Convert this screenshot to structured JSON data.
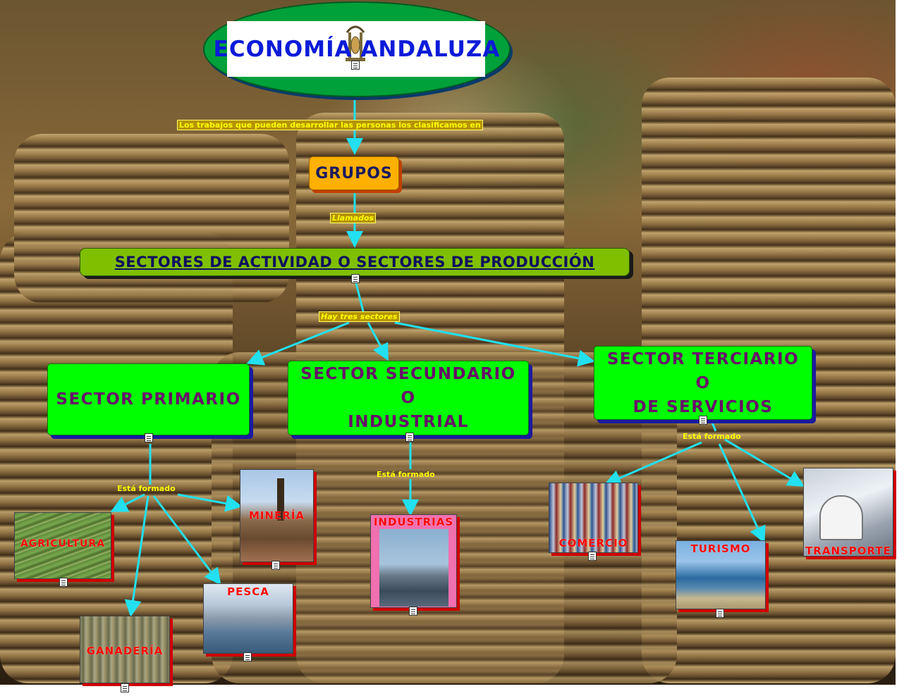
{
  "title": "ECONOMÍA ANDALUZA",
  "links": {
    "clasificamos": "Los trabajos que pueden desarrollar las personas los clasificamos en",
    "llamados": "Llamados",
    "hay_tres": "Hay tres sectores",
    "formado_primario": "Está formado",
    "formado_secundario": "Está formado",
    "formado_terciario": "Está formado"
  },
  "nodes": {
    "grupos": "GRUPOS",
    "sectores": "SECTORES DE ACTIVIDAD O SECTORES DE PRODUCCIÓN",
    "primario": "SECTOR PRIMARIO",
    "secundario": [
      "SECTOR SECUNDARIO",
      "O",
      "INDUSTRIAL"
    ],
    "terciario": [
      "SECTOR TERCIARIO",
      "O",
      "DE SERVICIOS"
    ]
  },
  "images": {
    "agricultura": "AGRICULTURA",
    "mineria": "MINERÍA",
    "pesca": "PESCA",
    "ganaderia": "GANADERÍA",
    "industrias": "INDUSTRIAS",
    "comercio": "COMERCIO",
    "turismo": "TURISMO",
    "transporte": "TRANSPORTE"
  },
  "colors": {
    "node_fill": "#00ff00",
    "node_text": "#6a0a6a",
    "connector": "#22e0f0",
    "grupos_fill": "#ffb000",
    "sectores_fill": "#7fbf00",
    "image_label": "#ff0000"
  }
}
